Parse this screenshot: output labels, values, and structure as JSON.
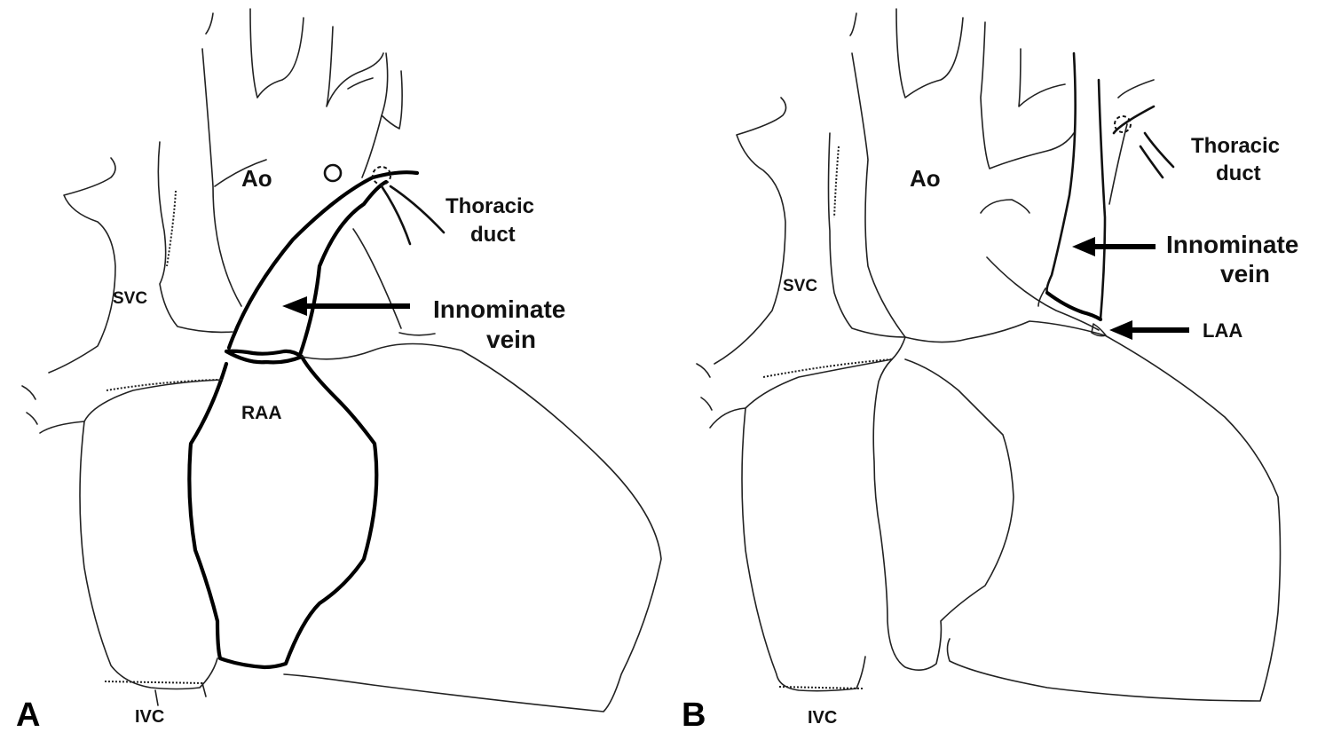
{
  "panels": [
    {
      "letter": "A",
      "labels": {
        "ao": "Ao",
        "svc": "SVC",
        "raa": "RAA",
        "ivc": "IVC",
        "thoracic_duct_line1": "Thoracic",
        "thoracic_duct_line2": "duct",
        "innominate_line1": "Innominate",
        "innominate_line2": "vein"
      }
    },
    {
      "letter": "B",
      "labels": {
        "ao": "Ao",
        "svc": "SVC",
        "laa": "LAA",
        "ivc": "IVC",
        "thoracic_duct_line1": "Thoracic",
        "thoracic_duct_line2": "duct",
        "innominate_line1": "Innominate",
        "innominate_line2": "vein"
      }
    }
  ]
}
